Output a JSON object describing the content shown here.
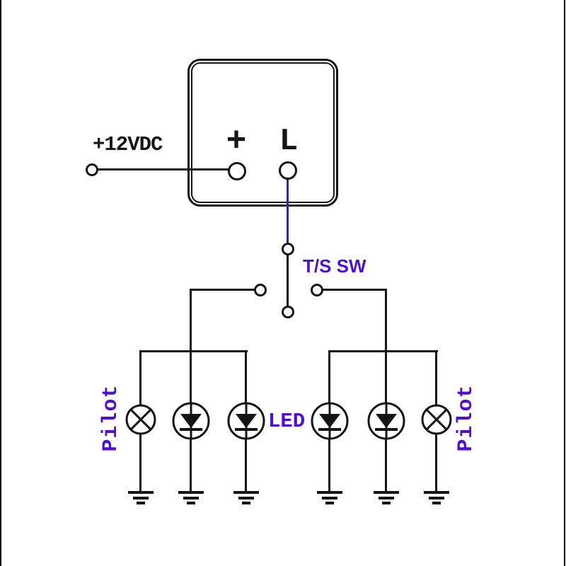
{
  "colors": {
    "ink": "#151515",
    "accent": "#4f10cc",
    "background": "#ffffff"
  },
  "labels": {
    "supply": "+12VDC",
    "relay_plus_terminal": "+",
    "relay_load_terminal": "L",
    "switch": "T/S SW",
    "led": "LED",
    "pilot_left": "Pilot",
    "pilot_right": "Pilot"
  },
  "diagram": {
    "type": "wiring-schematic",
    "components": [
      "flasher-relay-box with + and L terminals",
      "+12VDC supply input terminal",
      "turn-signal switch (T/S SW) with center pole and left/right contacts",
      "left branch: 1 pilot lamp and 2 LEDs to ground",
      "right branch: 2 LEDs and 1 pilot lamp to ground",
      "6 earth-ground symbols"
    ]
  }
}
